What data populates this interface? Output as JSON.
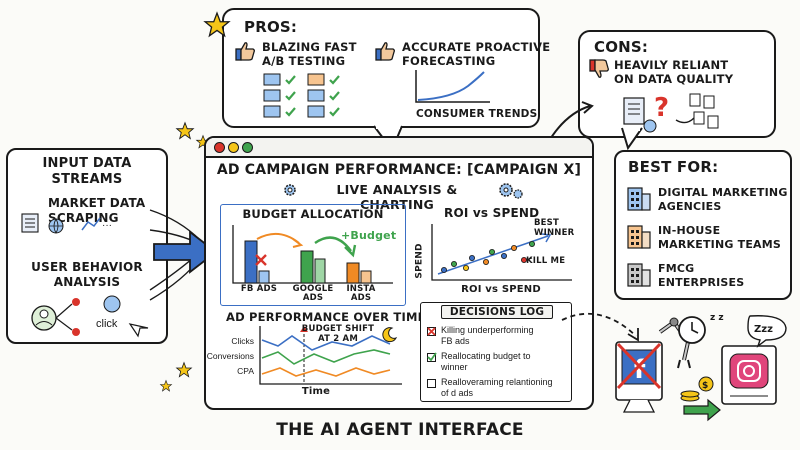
{
  "pros": {
    "title": "PROS:",
    "item1": "BLAZING FAST\nA/B TESTING",
    "item2": "ACCURATE PROACTIVE\nFORECASTING",
    "trend_label": "CONSUMER TRENDS"
  },
  "cons": {
    "title": "CONS:",
    "item1": "HEAVILY RELIANT\nON DATA QUALITY"
  },
  "input": {
    "title": "INPUT DATA\nSTREAMS",
    "market": "MARKET DATA\nSCRAPING",
    "user": "USER BEHAVIOR\nANALYSIS",
    "click": "click"
  },
  "best": {
    "title": "BEST FOR:",
    "items": [
      "DIGITAL MARKETING\nAGENCIES",
      "IN-HOUSE\nMARKETING TEAMS",
      "FMCG\nENTERPRISES"
    ]
  },
  "window": {
    "title": "AD CAMPAIGN PERFORMANCE: [CAMPAIGN X]",
    "subtitle": "LIVE ANALYSIS & CHARTING"
  },
  "budget": {
    "title": "BUDGET ALLOCATION",
    "labels": [
      "FB ADS",
      "GOOGLE\nADS",
      "INSTA\nADS"
    ],
    "plus": "+Budget"
  },
  "roi": {
    "title": "ROI vs SPEND",
    "ylabel": "SPEND",
    "xlabel": "ROI vs SPEND",
    "best": "BEST\nWINNER",
    "kill": "KILL ME"
  },
  "perf": {
    "title": "AD PERFORMANCE OVER TIME",
    "rows": [
      "Clicks",
      "Conversions",
      "CPA"
    ],
    "annotation": "BUDGET SHIFT\nAT 2 AM",
    "xlabel": "Time"
  },
  "log": {
    "title": "DECISIONS LOG",
    "items": [
      "Killing underperforming\nFB ads",
      "Reallocating budget to\nwinner",
      "Realloveraming relantioning\nof d ads"
    ]
  },
  "footer": "THE AI AGENT INTERFACE",
  "colors": {
    "blue": "#3b6fc4",
    "green": "#3fa34d",
    "orange": "#f08a24",
    "red": "#d9342b",
    "yellow": "#f5c518"
  }
}
